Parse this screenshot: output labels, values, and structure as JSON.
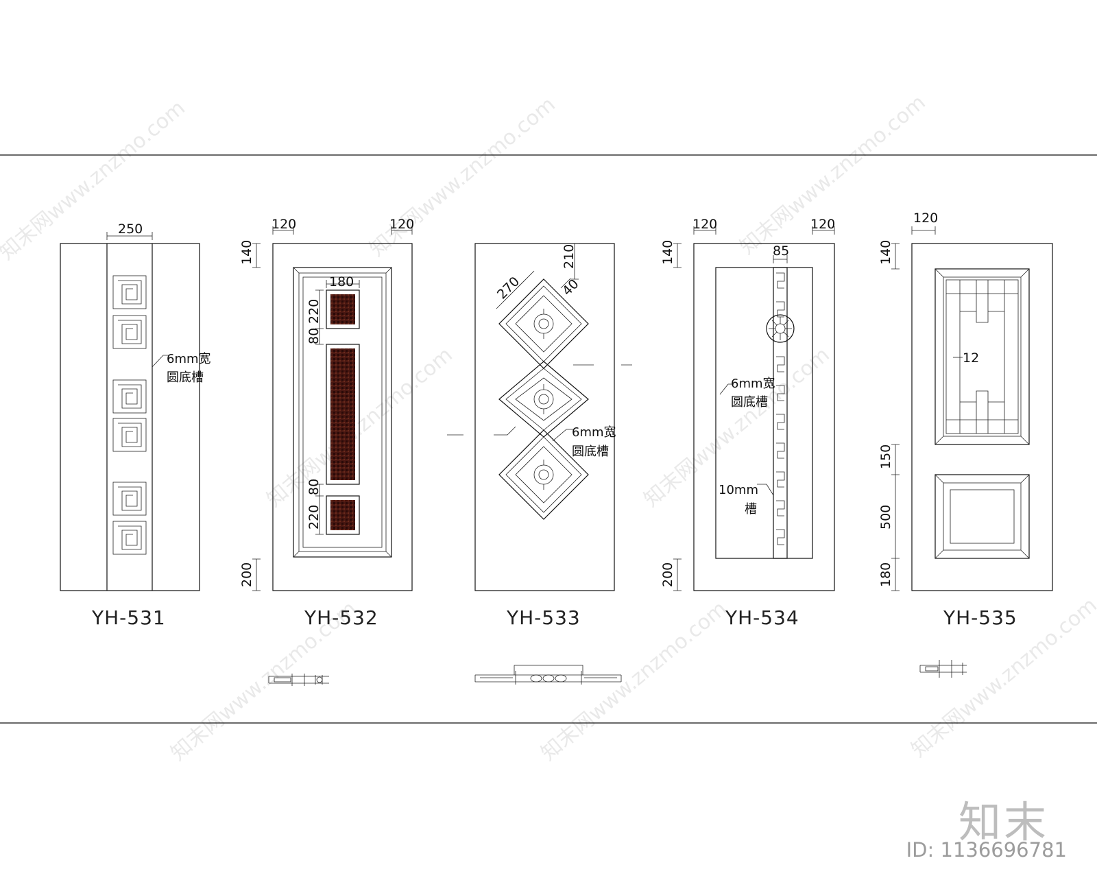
{
  "doors": [
    {
      "id": "YH-531",
      "dims": [
        "250"
      ],
      "notes": [
        "6mm宽",
        "圆底槽"
      ]
    },
    {
      "id": "YH-532",
      "dims": [
        "120",
        "120",
        "140",
        "180",
        "220",
        "80",
        "80",
        "220",
        "200"
      ]
    },
    {
      "id": "YH-533",
      "dims": [
        "210",
        "270",
        "40"
      ],
      "notes": [
        "6mm宽",
        "圆底槽"
      ]
    },
    {
      "id": "YH-534",
      "dims": [
        "120",
        "120",
        "140",
        "85",
        "200"
      ],
      "notes": [
        "6mm宽",
        "圆底槽",
        "10mm",
        "槽"
      ]
    },
    {
      "id": "YH-535",
      "dims": [
        "120",
        "140",
        "12",
        "150",
        "500",
        "180"
      ]
    }
  ],
  "watermark": "知末网www.znzmo.com",
  "brand": {
    "logo": "知末",
    "image_id": "ID: 1136696781"
  }
}
